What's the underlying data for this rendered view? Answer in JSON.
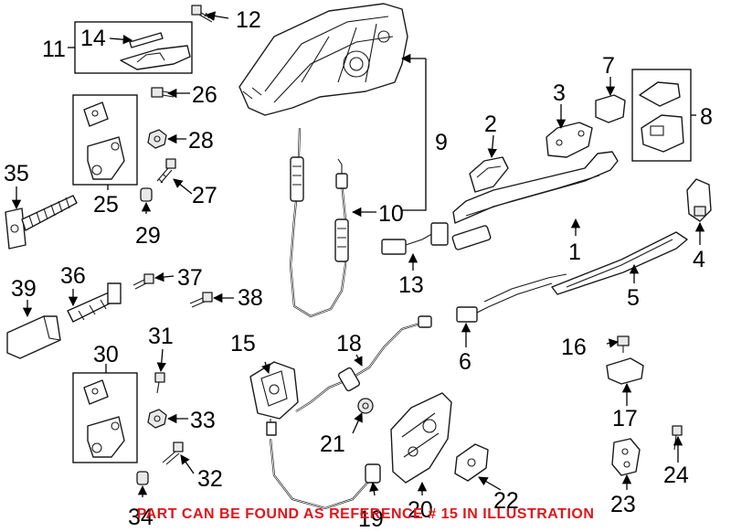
{
  "callouts": {
    "c1": "1",
    "c2": "2",
    "c3": "3",
    "c4": "4",
    "c5": "5",
    "c6": "6",
    "c7": "7",
    "c8": "8",
    "c9": "9",
    "c10": "10",
    "c11": "11",
    "c12": "12",
    "c13": "13",
    "c14": "14",
    "c15": "15",
    "c16": "16",
    "c17": "17",
    "c18": "18",
    "c19": "19",
    "c20": "20",
    "c21": "21",
    "c22": "22",
    "c23": "23",
    "c24": "24",
    "c25": "25",
    "c26": "26",
    "c27": "27",
    "c28": "28",
    "c29": "29",
    "c30": "30",
    "c31": "31",
    "c32": "32",
    "c33": "33",
    "c34": "34",
    "c35": "35",
    "c36": "36",
    "c37": "37",
    "c38": "38",
    "c39": "39"
  },
  "footer_note": "PART CAN BE FOUND AS REFERENCE # 15 IN ILLUSTRATION",
  "colors": {
    "line": "#1a1a1a",
    "note": "#e0151b",
    "background": "#ffffff"
  }
}
